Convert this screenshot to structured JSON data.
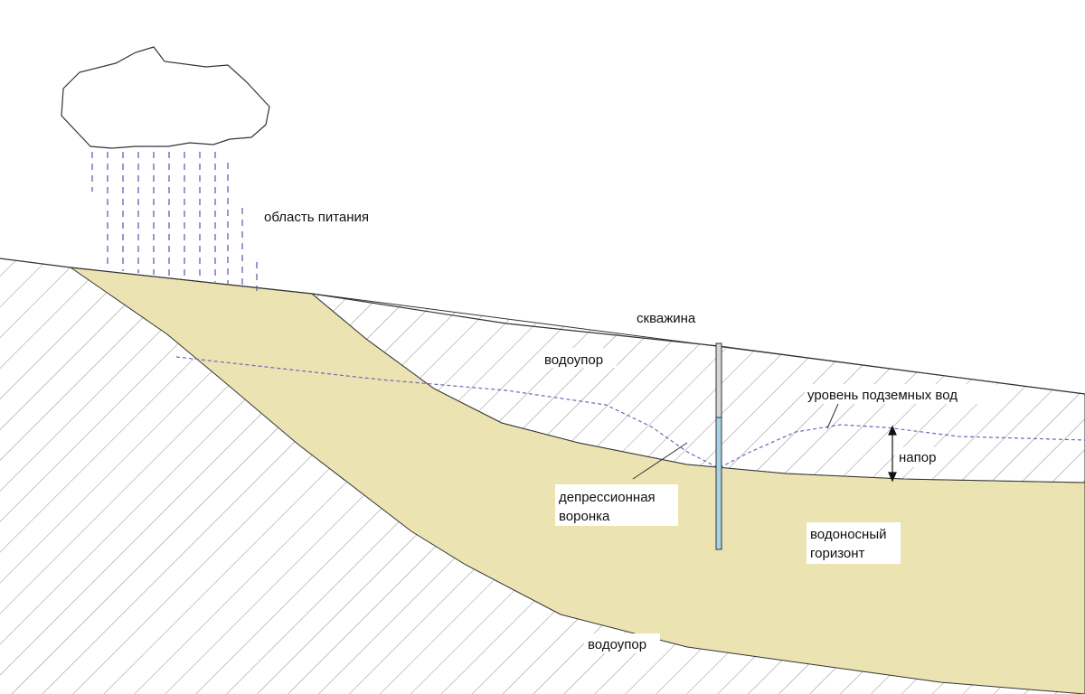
{
  "labels": {
    "recharge_area": "область питания",
    "well": "скважина",
    "aquitard_upper": "водоупор",
    "groundwater_level": "уровень подземных вод",
    "head": "напор",
    "depression_cone_line1": "депрессионная",
    "depression_cone_line2": "воронка",
    "aquifer_line1": "водоносный",
    "aquifer_line2": "горизонт",
    "aquitard_lower": "водоупор"
  },
  "colors": {
    "aquifer_fill": "#ece3b2",
    "hatch": "#8e8e8e",
    "water_level": "#6a6ab8",
    "rain": "#5555aa",
    "well_upper": "#d6d6d6",
    "well_lower": "#a8d2e8",
    "outline": "#333333"
  },
  "icons": {
    "cloud": "cloud-icon",
    "rain": "rain-icon",
    "head_arrow": "double-arrow-icon"
  }
}
